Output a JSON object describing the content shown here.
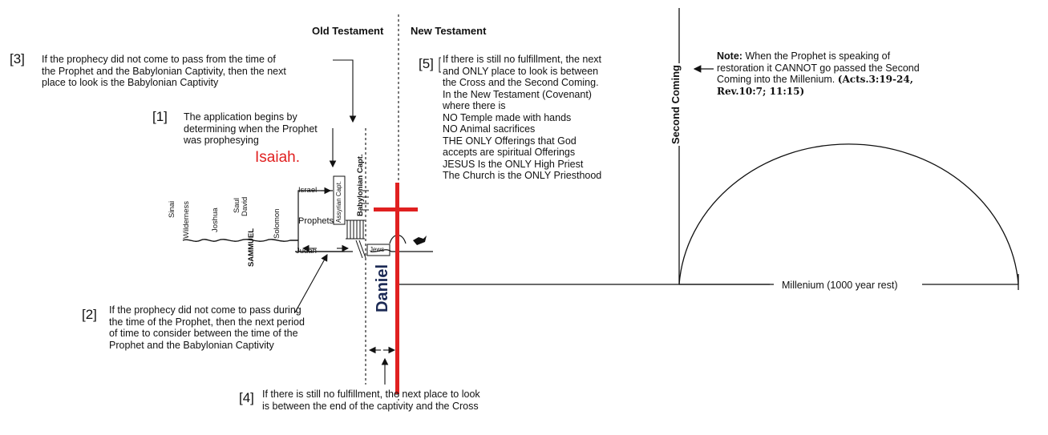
{
  "headers": {
    "old_testament": "Old Testament",
    "new_testament": "New Testament"
  },
  "notes": {
    "n1": {
      "num": "[1]",
      "lines": [
        "The application begins by",
        "determining when the Prophet",
        "was prophesying"
      ]
    },
    "n2": {
      "num": "[2]",
      "lines": [
        "If the prophecy did not come to pass during",
        "the time of the Prophet, then the next period",
        "of time to consider between the time of the",
        "Prophet and the Babylonian Captivity"
      ]
    },
    "n3": {
      "num": "[3]",
      "lines": [
        "If the prophecy did not come to pass from the time of",
        "the Prophet and the Babylonian Captivity, then the next",
        "place to look is the Babylonian Captivity"
      ]
    },
    "n4": {
      "num": "[4]",
      "lines": [
        "If there is still no fulfillment, the next place to look",
        "is between the end of the captivity and the Cross"
      ]
    },
    "n5": {
      "num": "[5]",
      "lines": [
        "If there is still no fulfillment, the next",
        "and ONLY place to look is between",
        "the Cross and the Second Coming.",
        "In the New Testament (Covenant)",
        "where there is",
        "NO Temple made with hands",
        "NO Animal sacrifices",
        "THE ONLY Offerings that God",
        "accepts are spiritual Offerings",
        "JESUS Is the ONLY High Priest",
        "The Church is the ONLY Priesthood"
      ]
    }
  },
  "note_box": {
    "label": "Note:",
    "lines": [
      "When the Prophet is speaking of",
      "restoration it CANNOT go passed the Second",
      "Coming into the Millenium."
    ],
    "refs": [
      "(Acts.3:19-24,",
      "Rev.10:7; 11:15)"
    ]
  },
  "labels": {
    "isaiah": "Isaiah.",
    "daniel": "Daniel",
    "second_coming": "Second Coming",
    "millenium": "Millenium (1000 year rest)",
    "babylonian_capt": "Babylonian Capt.",
    "assyrian_capt": "Assyrian Capt.",
    "sinai": "Sinai",
    "wilderness": "Wilderness",
    "joshua": "Joshua",
    "sammuel": "SAMMUEL",
    "saul": "Saul",
    "david": "David",
    "solomon": "Solomon",
    "israel": "Israel",
    "prophets": "Prophets",
    "judah": "Judah",
    "jews": "Jews"
  },
  "colors": {
    "red": "#e02020",
    "daniel_blue": "#1c2a55",
    "ink": "#111111"
  }
}
